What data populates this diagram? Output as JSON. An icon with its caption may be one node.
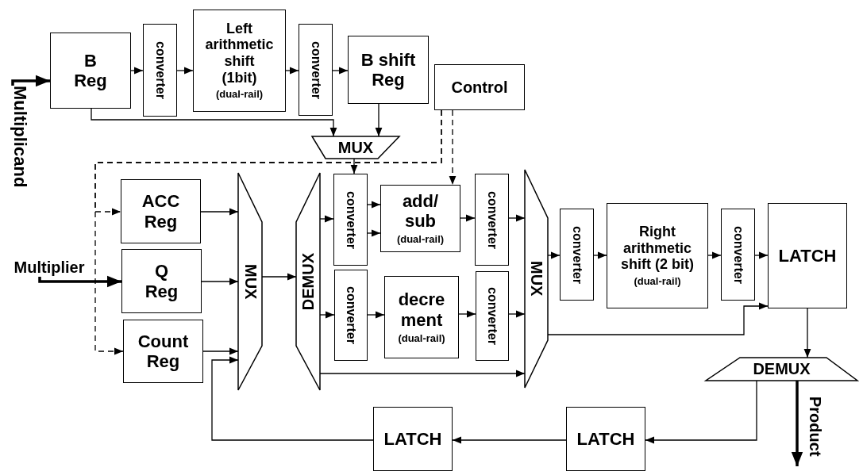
{
  "diagram": {
    "nodes": [
      {
        "text": [
          "B Reg"
        ]
      },
      {
        "text": [
          "converter"
        ]
      },
      {
        "text": [
          "Left arithmetic shift (1bit)",
          "(dual-rail)"
        ]
      },
      {
        "text": [
          "converter"
        ]
      },
      {
        "text": [
          "B shift Reg"
        ]
      },
      {
        "text": [
          "Control"
        ]
      },
      {
        "text": [
          "MUX"
        ]
      },
      {
        "text": [
          "ACC Reg"
        ]
      },
      {
        "text": [
          "Q Reg"
        ]
      },
      {
        "text": [
          "Count Reg"
        ]
      },
      {
        "text": [
          "MUX"
        ]
      },
      {
        "text": [
          "DEMUX"
        ]
      },
      {
        "text": [
          "converter"
        ]
      },
      {
        "text": [
          "add/ sub",
          "(dual-rail)"
        ]
      },
      {
        "text": [
          "converter"
        ]
      },
      {
        "text": [
          "decre ment",
          "(dual-rail)"
        ]
      },
      {
        "text": [
          "converter"
        ]
      },
      {
        "text": [
          "converter"
        ]
      },
      {
        "text": [
          "MUX"
        ]
      },
      {
        "text": [
          "converter"
        ]
      },
      {
        "text": [
          "Right arithmetic shift (2 bit)",
          "(dual-rail)"
        ]
      },
      {
        "text": [
          "converter"
        ]
      },
      {
        "text": [
          "LATCH"
        ]
      },
      {
        "text": [
          "DEMUX"
        ]
      },
      {
        "text": [
          "LATCH"
        ]
      },
      {
        "text": [
          "LATCH"
        ]
      },
      {
        "text": [
          "Multiplicand"
        ]
      },
      {
        "text": [
          "Multiplier"
        ]
      },
      {
        "text": [
          "Product"
        ]
      }
    ],
    "edges": [
      {
        "from": 26,
        "to": 0,
        "arrow": "to",
        "style": "thick"
      },
      {
        "from": 0,
        "to": 1,
        "arrow": "to"
      },
      {
        "from": 1,
        "to": 2,
        "arrow": "to"
      },
      {
        "from": 2,
        "to": 3,
        "arrow": "to"
      },
      {
        "from": 3,
        "to": 4,
        "arrow": "to"
      },
      {
        "from": 0,
        "to": 6,
        "arrow": "to"
      },
      {
        "from": 4,
        "to": 6,
        "arrow": "to"
      },
      {
        "from": 6,
        "to": 12,
        "arrow": "to"
      },
      {
        "from": 5,
        "to": 7,
        "arrow": "to",
        "style": "dashed"
      },
      {
        "from": 5,
        "to": 9,
        "arrow": "to",
        "style": "dashed"
      },
      {
        "from": 5,
        "to": 13,
        "arrow": "to",
        "style": "dashed"
      },
      {
        "from": 27,
        "to": 8,
        "arrow": "to",
        "style": "thick"
      },
      {
        "from": 7,
        "to": 10,
        "arrow": "to"
      },
      {
        "from": 8,
        "to": 10,
        "arrow": "to"
      },
      {
        "from": 9,
        "to": 10,
        "arrow": "to"
      },
      {
        "from": 10,
        "to": 11,
        "arrow": "to"
      },
      {
        "from": 11,
        "to": 12,
        "arrow": "to"
      },
      {
        "from": 11,
        "to": 14,
        "arrow": "to"
      },
      {
        "from": 12,
        "to": 13,
        "arrow": "to"
      },
      {
        "from": 12,
        "to": 13,
        "arrow": "to"
      },
      {
        "from": 14,
        "to": 15,
        "arrow": "to"
      },
      {
        "from": 13,
        "to": 16,
        "arrow": "to"
      },
      {
        "from": 15,
        "to": 17,
        "arrow": "to"
      },
      {
        "from": 16,
        "to": 18,
        "arrow": "to"
      },
      {
        "from": 17,
        "to": 18,
        "arrow": "to"
      },
      {
        "from": 11,
        "to": 18,
        "arrow": "to"
      },
      {
        "from": 18,
        "to": 19,
        "arrow": "to"
      },
      {
        "from": 19,
        "to": 20,
        "arrow": "to"
      },
      {
        "from": 20,
        "to": 21,
        "arrow": "to"
      },
      {
        "from": 21,
        "to": 22,
        "arrow": "to"
      },
      {
        "from": 18,
        "to": 22,
        "arrow": "to"
      },
      {
        "from": 22,
        "to": 23,
        "arrow": "to"
      },
      {
        "from": 23,
        "to": 28,
        "arrow": "to",
        "style": "thick"
      },
      {
        "from": 23,
        "to": 24,
        "arrow": "to"
      },
      {
        "from": 24,
        "to": 25,
        "arrow": "to"
      },
      {
        "from": 25,
        "to": 10,
        "arrow": "to"
      }
    ]
  }
}
